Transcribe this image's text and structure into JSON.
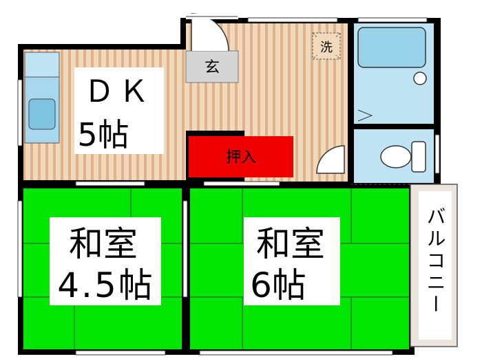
{
  "rooms": {
    "dk": {
      "name": "ＤＫ",
      "size": "5帖"
    },
    "washitsu_a": {
      "name": "和室",
      "size": "4.5帖"
    },
    "washitsu_b": {
      "name": "和室",
      "size": "6帖"
    },
    "oshiire": {
      "label": "押入"
    },
    "genkan": {
      "label": "玄"
    },
    "laundry": {
      "label": "洗"
    },
    "balcony": {
      "label": "バルコニー"
    }
  },
  "colors": {
    "wall": "#000000",
    "tatami": "#00e600",
    "floor": "#f2d9bb",
    "closet": "#ee0000",
    "wet": "#bfe3f2",
    "fixture": "#99d3ea",
    "genkan": "#d5d5d5",
    "balcony": "#ece5dd"
  }
}
